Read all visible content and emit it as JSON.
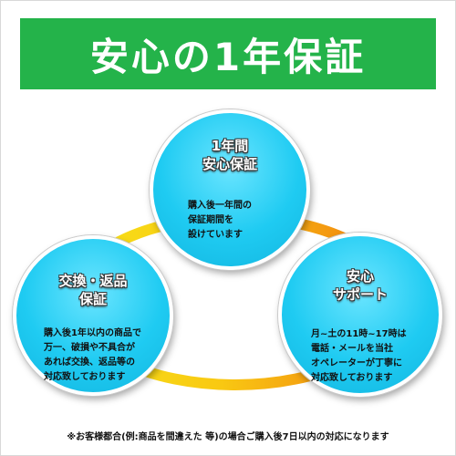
{
  "banner": {
    "title": "安心の1年保証"
  },
  "bubbles": {
    "top": {
      "heading": [
        "1年間",
        "安心保証"
      ],
      "body": [
        "購入後一年間の",
        "保証期間を",
        "設けています"
      ]
    },
    "left": {
      "heading": [
        "交換・返品",
        "保証"
      ],
      "body": [
        "購入後1年以内の商品で",
        "万一、破損や不具合が",
        "あれば交換、返品等の",
        "対応致しております"
      ]
    },
    "right": {
      "heading": [
        "安心",
        "サポート"
      ],
      "body": [
        "月~土の11時~17時は",
        "電話・メールを当社",
        "オペレーターが丁寧に",
        "対応致しております"
      ]
    }
  },
  "footnote": "※お客様都合(例:商品を間違えた 等)の場合ご購入後7日以内の対応になります",
  "colors": {
    "banner": "#24b34a",
    "bubble": "#1fcbf2",
    "ring_yellow": "#f7e31a",
    "ring_orange": "#f07a10"
  }
}
